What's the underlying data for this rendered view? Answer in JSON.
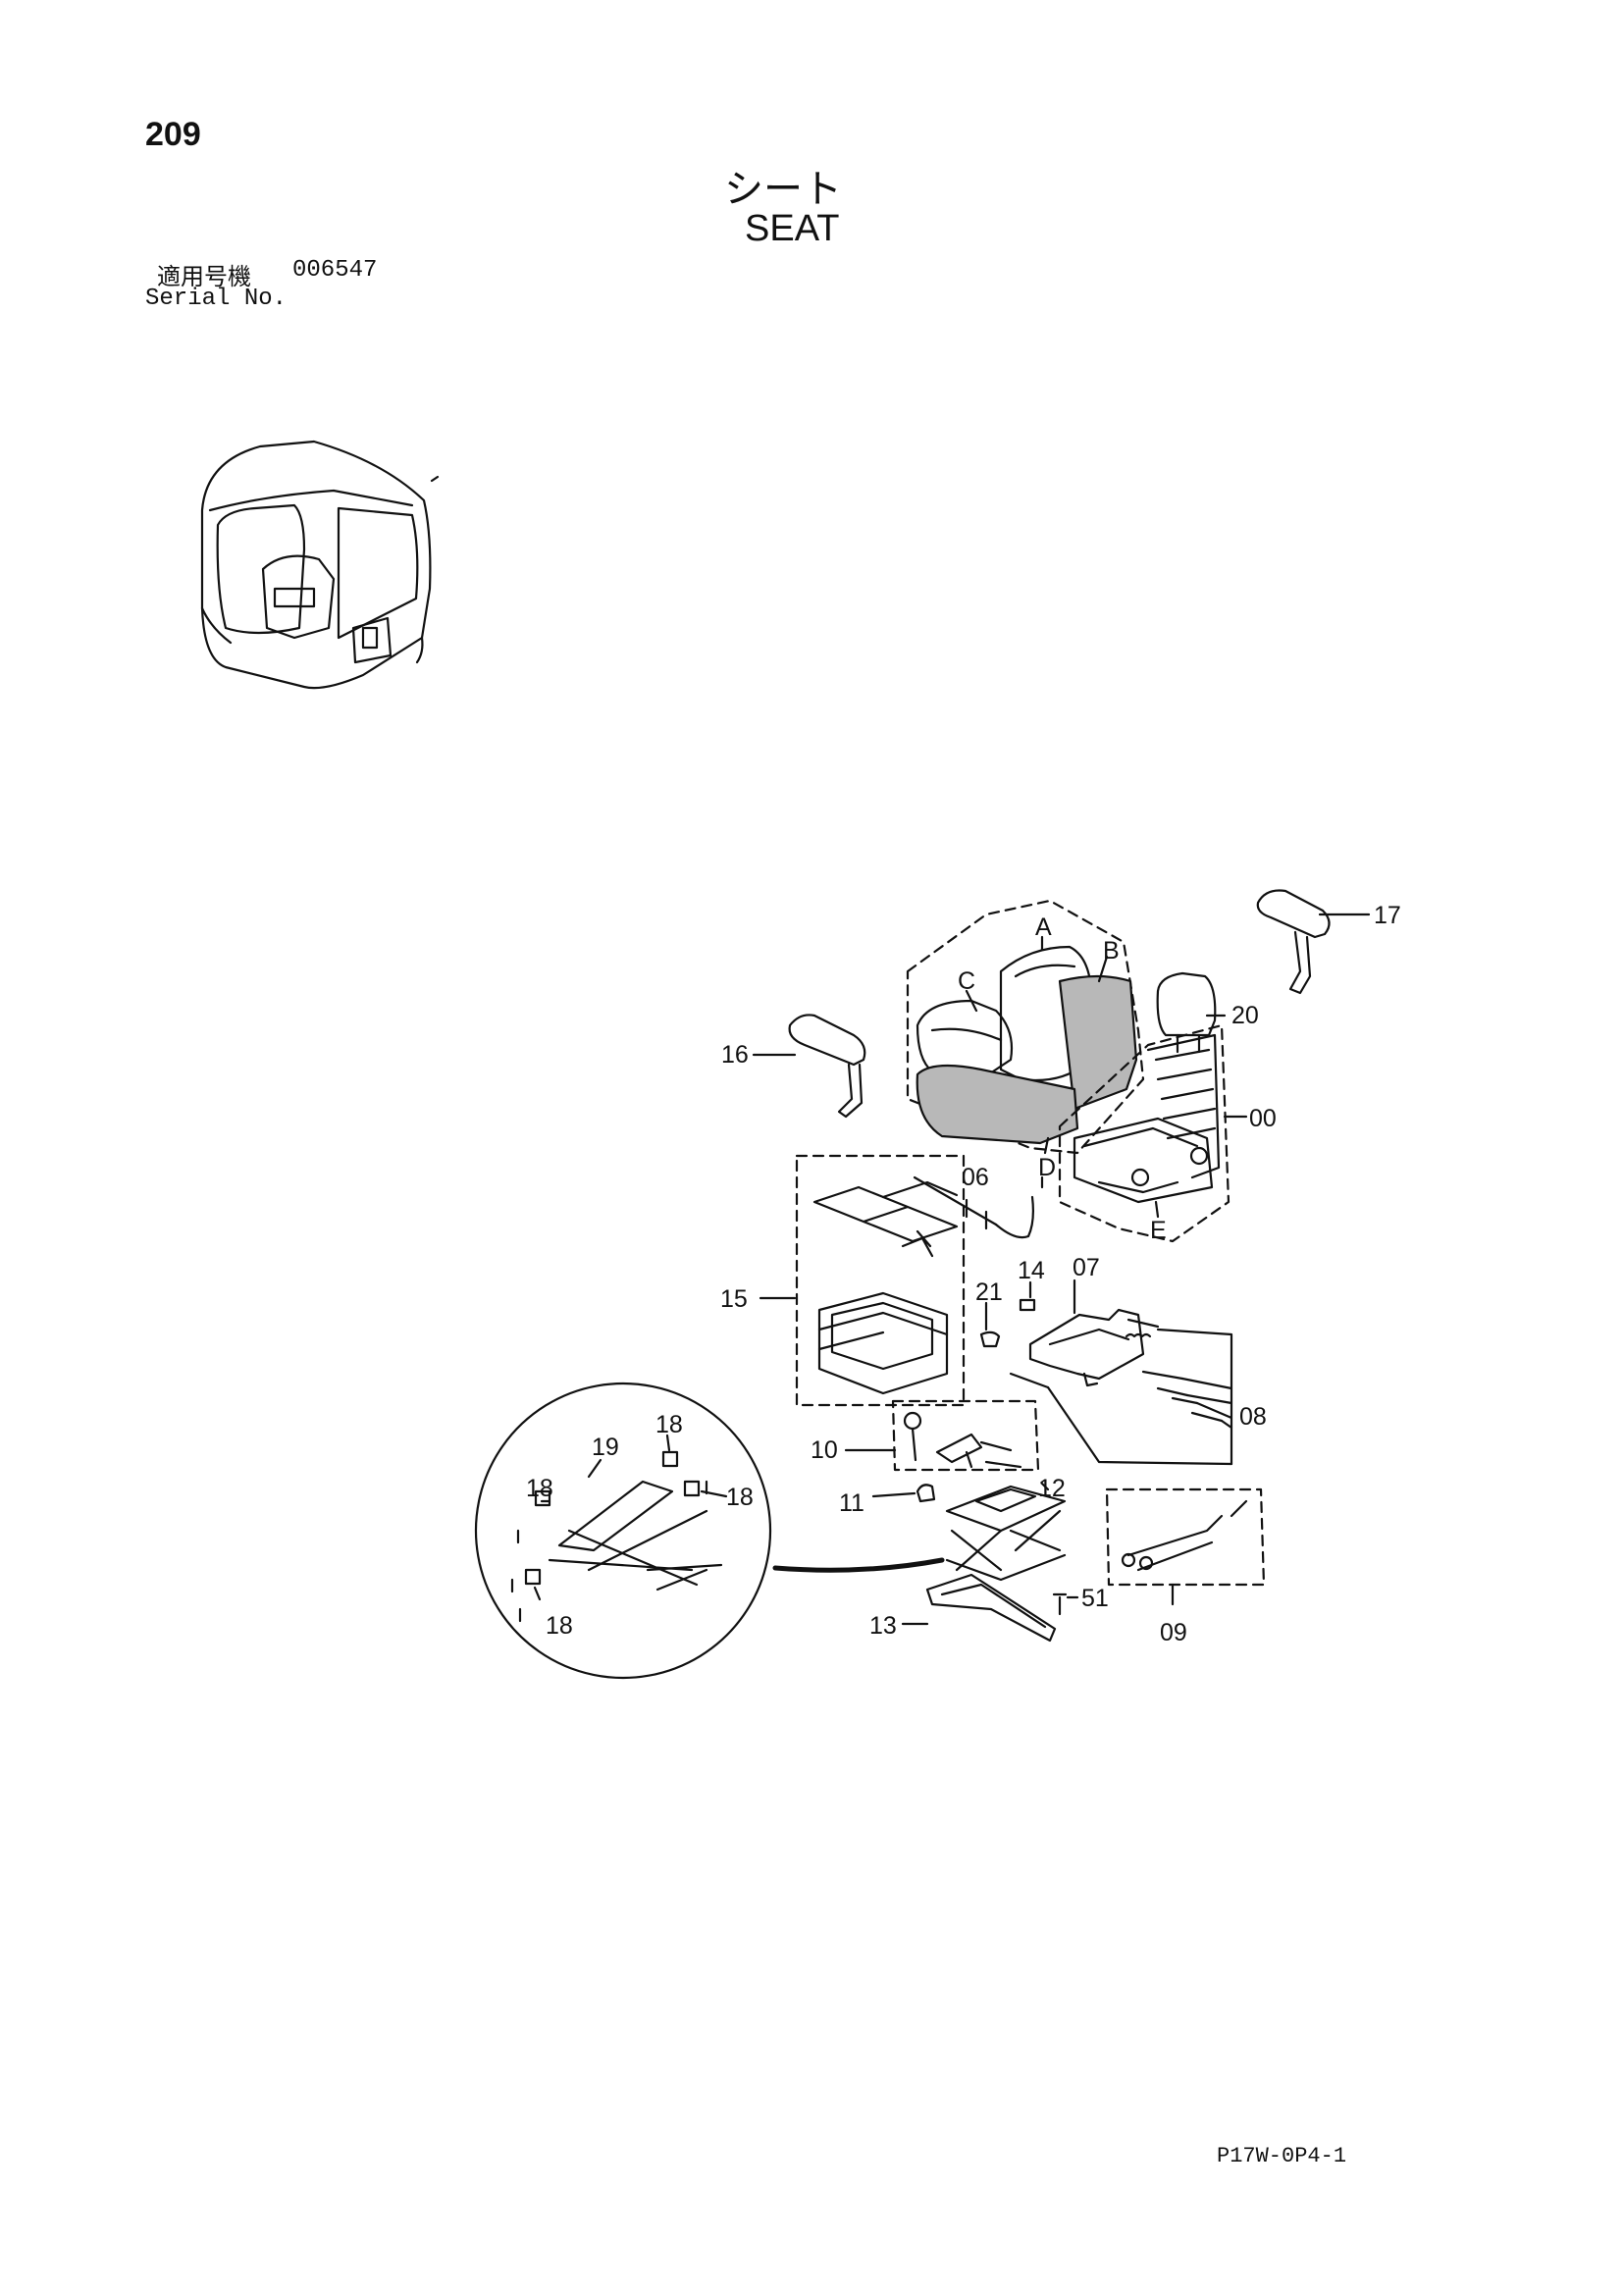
{
  "page": {
    "number": "209",
    "title_jp": "シート",
    "title_en": "SEAT",
    "serial_label_jp": "適用号機",
    "serial_value": "006547",
    "serial_label_en": "Serial No.",
    "code": "P17W-0P4-1"
  },
  "callouts": {
    "c00": "00",
    "c06": "06",
    "c07": "07",
    "c08": "08",
    "c09": "09",
    "c10": "10",
    "c11": "11",
    "c12": "12",
    "c13": "13",
    "c14": "14",
    "c15": "15",
    "c16": "16",
    "c17": "17",
    "c18a": "18",
    "c18b": "18",
    "c18c": "18",
    "c18d": "18",
    "c19": "19",
    "c20": "20",
    "c21": "21",
    "c51": "51",
    "cA": "A",
    "cB": "B",
    "cC": "C",
    "cD": "D",
    "cE": "E"
  }
}
